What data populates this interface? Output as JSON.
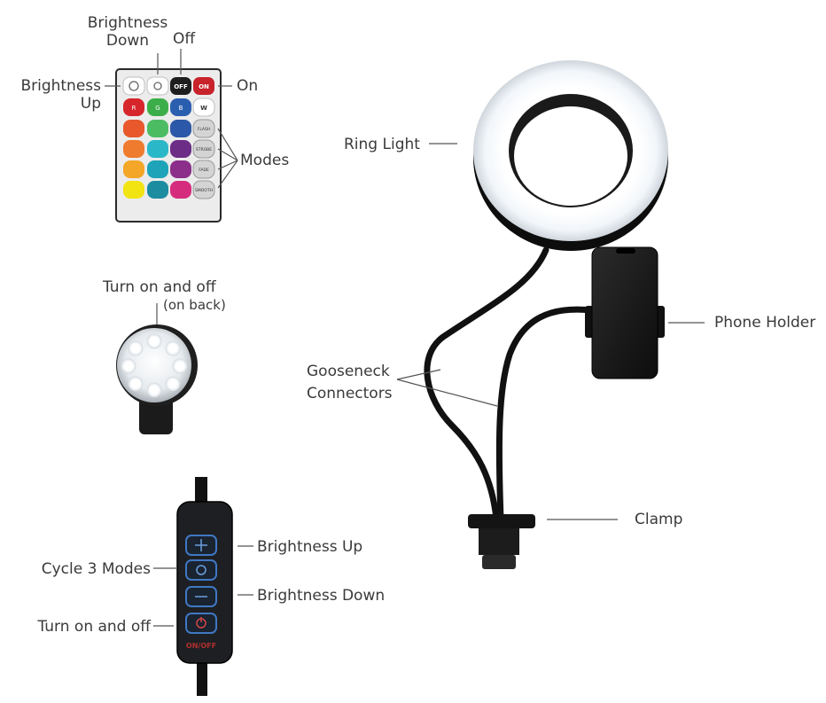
{
  "remote": {
    "labels": {
      "brightness_down": "Brightness\nDown",
      "off": "Off",
      "brightness_up": "Brightness\nUp",
      "on": "On",
      "modes": "Modes"
    },
    "buttons": {
      "off": "OFF",
      "on": "ON",
      "r": "R",
      "g": "G",
      "b": "B",
      "w": "W",
      "flash": "FLASH",
      "strobe": "STROBE",
      "fade": "FADE",
      "smooth": "SMOOTH"
    }
  },
  "clip_light": {
    "label_line1": "Turn on and off",
    "label_line2": "(on back)"
  },
  "controller": {
    "brightness_up": "Brightness Up",
    "cycle_modes": "Cycle 3 Modes",
    "brightness_down": "Brightness Down",
    "turn_on_off": "Turn on and off",
    "brand": "ON/OFF"
  },
  "stand": {
    "ring_light": "Ring Light",
    "phone_holder": "Phone Holder",
    "gooseneck_line1": "Gooseneck",
    "gooseneck_line2": "Connectors",
    "clamp": "Clamp"
  },
  "colors": {
    "red": "#d7262b",
    "green": "#3cae49",
    "blue": "#2a5fb0",
    "orange": "#ef7b2e",
    "cyan": "#2ab8c8",
    "purple": "#6c2d86",
    "yellow": "#f2e312",
    "teal": "#1c8ca0",
    "magenta": "#d62c7e",
    "amber": "#f4a628",
    "navy": "#2b58a8"
  }
}
